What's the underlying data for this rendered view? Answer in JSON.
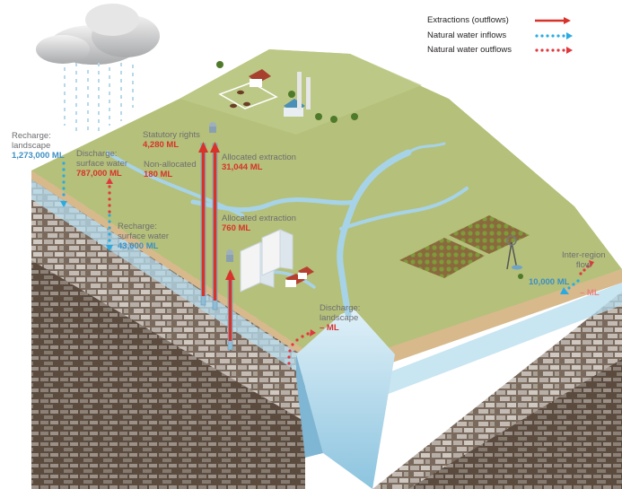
{
  "legend": {
    "extractions": "Extractions (outflows)",
    "inflows": "Natural water inflows",
    "outflows": "Natural water outflows"
  },
  "labels": {
    "recharge_landscape": {
      "line1": "Recharge:",
      "line2": "landscape",
      "value": "1,273,000 ML"
    },
    "discharge_surface": {
      "line1": "Discharge:",
      "line2": "surface water",
      "value": "787,000 ML"
    },
    "recharge_surface": {
      "line1": "Recharge:",
      "line2": "surface water",
      "value": "43,000 ML"
    },
    "statutory_rights": {
      "line1": "Statutory rights",
      "value": "4,280 ML"
    },
    "non_allocated": {
      "line1": "Non-allocated",
      "value": "180 ML"
    },
    "allocated_1": {
      "line1": "Allocated extraction",
      "value": "31,044 ML"
    },
    "allocated_2": {
      "line1": "Allocated extraction",
      "value": "760 ML"
    },
    "discharge_landscape": {
      "line1": "Discharge:",
      "line2": "landscape",
      "value": "– ML"
    },
    "inter_region": {
      "line1": "Inter-region",
      "line2": "flow",
      "value_in": "10,000 ML",
      "value_out": "– ML"
    }
  },
  "colors": {
    "extraction_red": "#d7332b",
    "inflow_blue": "#29abe2",
    "outflow_red": "#e0383e",
    "grass": "#b5c07a",
    "water": "#a7d3e8",
    "soil": "#8c7b6b"
  }
}
